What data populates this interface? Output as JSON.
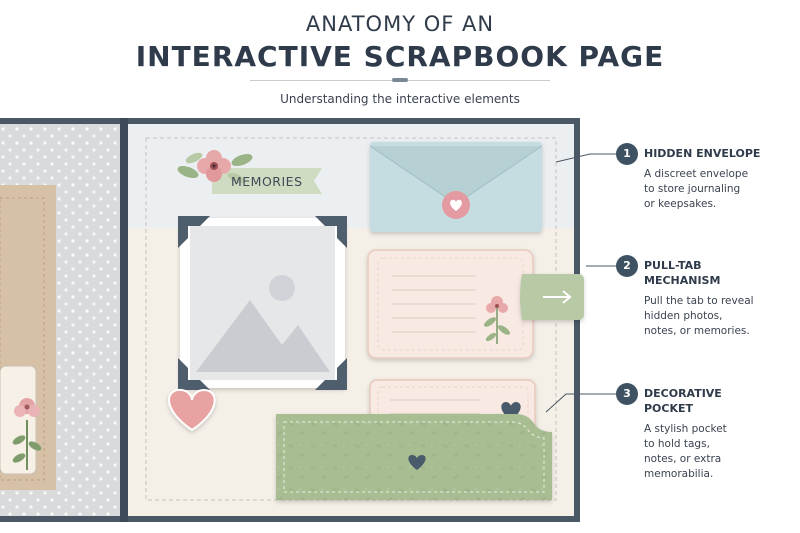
{
  "header": {
    "title_line1": "ANATOMY OF AN",
    "title_line2": "INTERACTIVE SCRAPBOOK PAGE",
    "subtitle": "Understanding the interactive elements"
  },
  "page": {
    "label": "MEMORIES"
  },
  "callouts": [
    {
      "number": "1",
      "heading_lines": [
        "HIDDEN ENVELOPE"
      ],
      "text_lines": [
        "A discreet envelope",
        "to store journaling",
        "or keepsakes."
      ]
    },
    {
      "number": "2",
      "heading_lines": [
        "PULL-TAB",
        "MECHANISM"
      ],
      "text_lines": [
        "Pull the tab to reveal",
        "hidden photos,",
        "notes, or memories."
      ]
    },
    {
      "number": "3",
      "heading_lines": [
        "DECORATIVE",
        "POCKET"
      ],
      "text_lines": [
        "A stylish pocket",
        "to hold tags,",
        "notes, or extra",
        "memorabilia."
      ]
    }
  ],
  "colors": {
    "book_cover": "#4a5866",
    "page_bg": "#f4efe7",
    "envelope": "#c5dde0",
    "pocket": "#a9bd93",
    "heart_pink": "#e8a2a2",
    "heart_navy": "#4a5a6b",
    "callout_badge": "#3f5263"
  },
  "icons": [
    "flower-icon",
    "heart-icon",
    "arrow-right-icon",
    "image-placeholder-icon"
  ]
}
